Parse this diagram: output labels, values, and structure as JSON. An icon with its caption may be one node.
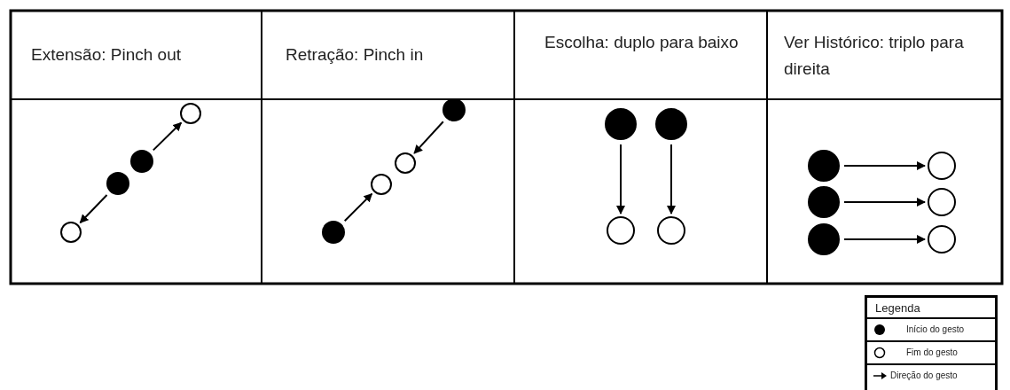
{
  "diagram": {
    "nodes": [
      {
        "text": [],
        "shape": "circle"
      },
      {
        "text": [],
        "shape": "circle"
      },
      {
        "text": [],
        "shape": "circle"
      },
      {
        "text": [],
        "shape": "circle"
      },
      {
        "text": [],
        "shape": "circle"
      },
      {
        "text": [],
        "shape": "circle"
      },
      {
        "text": [],
        "shape": "circle"
      },
      {
        "text": [],
        "shape": "circle"
      },
      {
        "text": [],
        "shape": "circle"
      },
      {
        "text": [],
        "shape": "circle"
      },
      {
        "text": [],
        "shape": "circle"
      },
      {
        "text": [],
        "shape": "circle"
      },
      {
        "text": [],
        "shape": "circle"
      },
      {
        "text": [],
        "shape": "circle"
      },
      {
        "text": [],
        "shape": "circle"
      },
      {
        "text": [],
        "shape": "circle"
      },
      {
        "text": [],
        "shape": "circle"
      },
      {
        "text": [],
        "shape": "circle"
      }
    ],
    "edges": [
      {
        "from": 1,
        "to": 0,
        "arrow": "to"
      },
      {
        "from": 2,
        "to": 3,
        "arrow": "to"
      },
      {
        "from": 4,
        "to": 5,
        "arrow": "to"
      },
      {
        "from": 7,
        "to": 6,
        "arrow": "to"
      },
      {
        "from": 8,
        "to": 10,
        "arrow": "to"
      },
      {
        "from": 9,
        "to": 11,
        "arrow": "to"
      },
      {
        "from": 12,
        "to": 13,
        "arrow": "to"
      },
      {
        "from": 14,
        "to": 15,
        "arrow": "to"
      },
      {
        "from": 16,
        "to": 17,
        "arrow": "to"
      }
    ],
    "labels": [
      "Extensão: Pinch out",
      "Retração: Pinch in",
      "Escolha: duplo para baixo",
      "Ver Histórico: triplo para direita",
      "Legenda"
    ],
    "legend": [
      {
        "text": "Início do gesto"
      },
      {
        "text": "Fim do gesto"
      },
      {
        "text": "Direção do gesto"
      }
    ]
  }
}
